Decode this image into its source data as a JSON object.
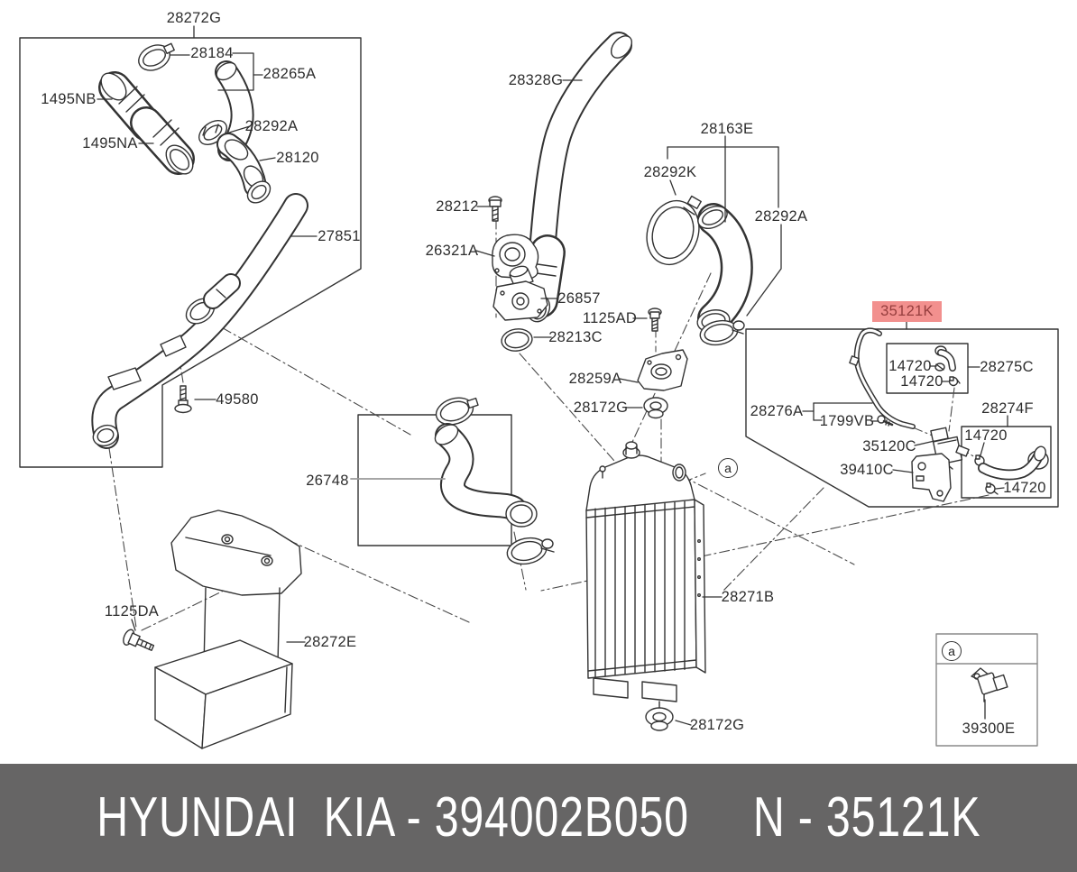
{
  "banner": {
    "text": "HYUNDAI  KIA - 394002B050     N - 35121K",
    "bg": "#666565",
    "fg": "#ffffff"
  },
  "highlight": {
    "label": "35121K",
    "bg": "#f2908e",
    "fg": "#963e3e"
  },
  "callout_a": "a",
  "line_color": "#333333",
  "labels": {
    "p28272G": "28272G",
    "p28184": "28184",
    "p28265A": "28265A",
    "p1495NB": "1495NB",
    "p1495NA": "1495NA",
    "p28292A_top": "28292A",
    "p28120": "28120",
    "p27851": "27851",
    "p49580": "49580",
    "p28328G": "28328G",
    "p28212": "28212",
    "p26321A": "26321A",
    "p26857": "26857",
    "p1125AD": "1125AD",
    "p28213C": "28213C",
    "p28259A": "28259A",
    "p28172G_upper": "28172G",
    "p28163E": "28163E",
    "p28292K": "28292K",
    "p28292A_right": "28292A",
    "p14720_1": "14720",
    "p14720_2": "14720",
    "p28275C": "28275C",
    "p28274F": "28274F",
    "p28276A": "28276A",
    "p1799VB": "1799VB",
    "p35120C": "35120C",
    "p39410C": "39410C",
    "p14720_3": "14720",
    "p14720_4": "14720",
    "p26748": "26748",
    "p28271B": "28271B",
    "p28172G_lower": "28172G",
    "p1125DA": "1125DA",
    "p28272E": "28272E",
    "p39300E": "39300E"
  }
}
